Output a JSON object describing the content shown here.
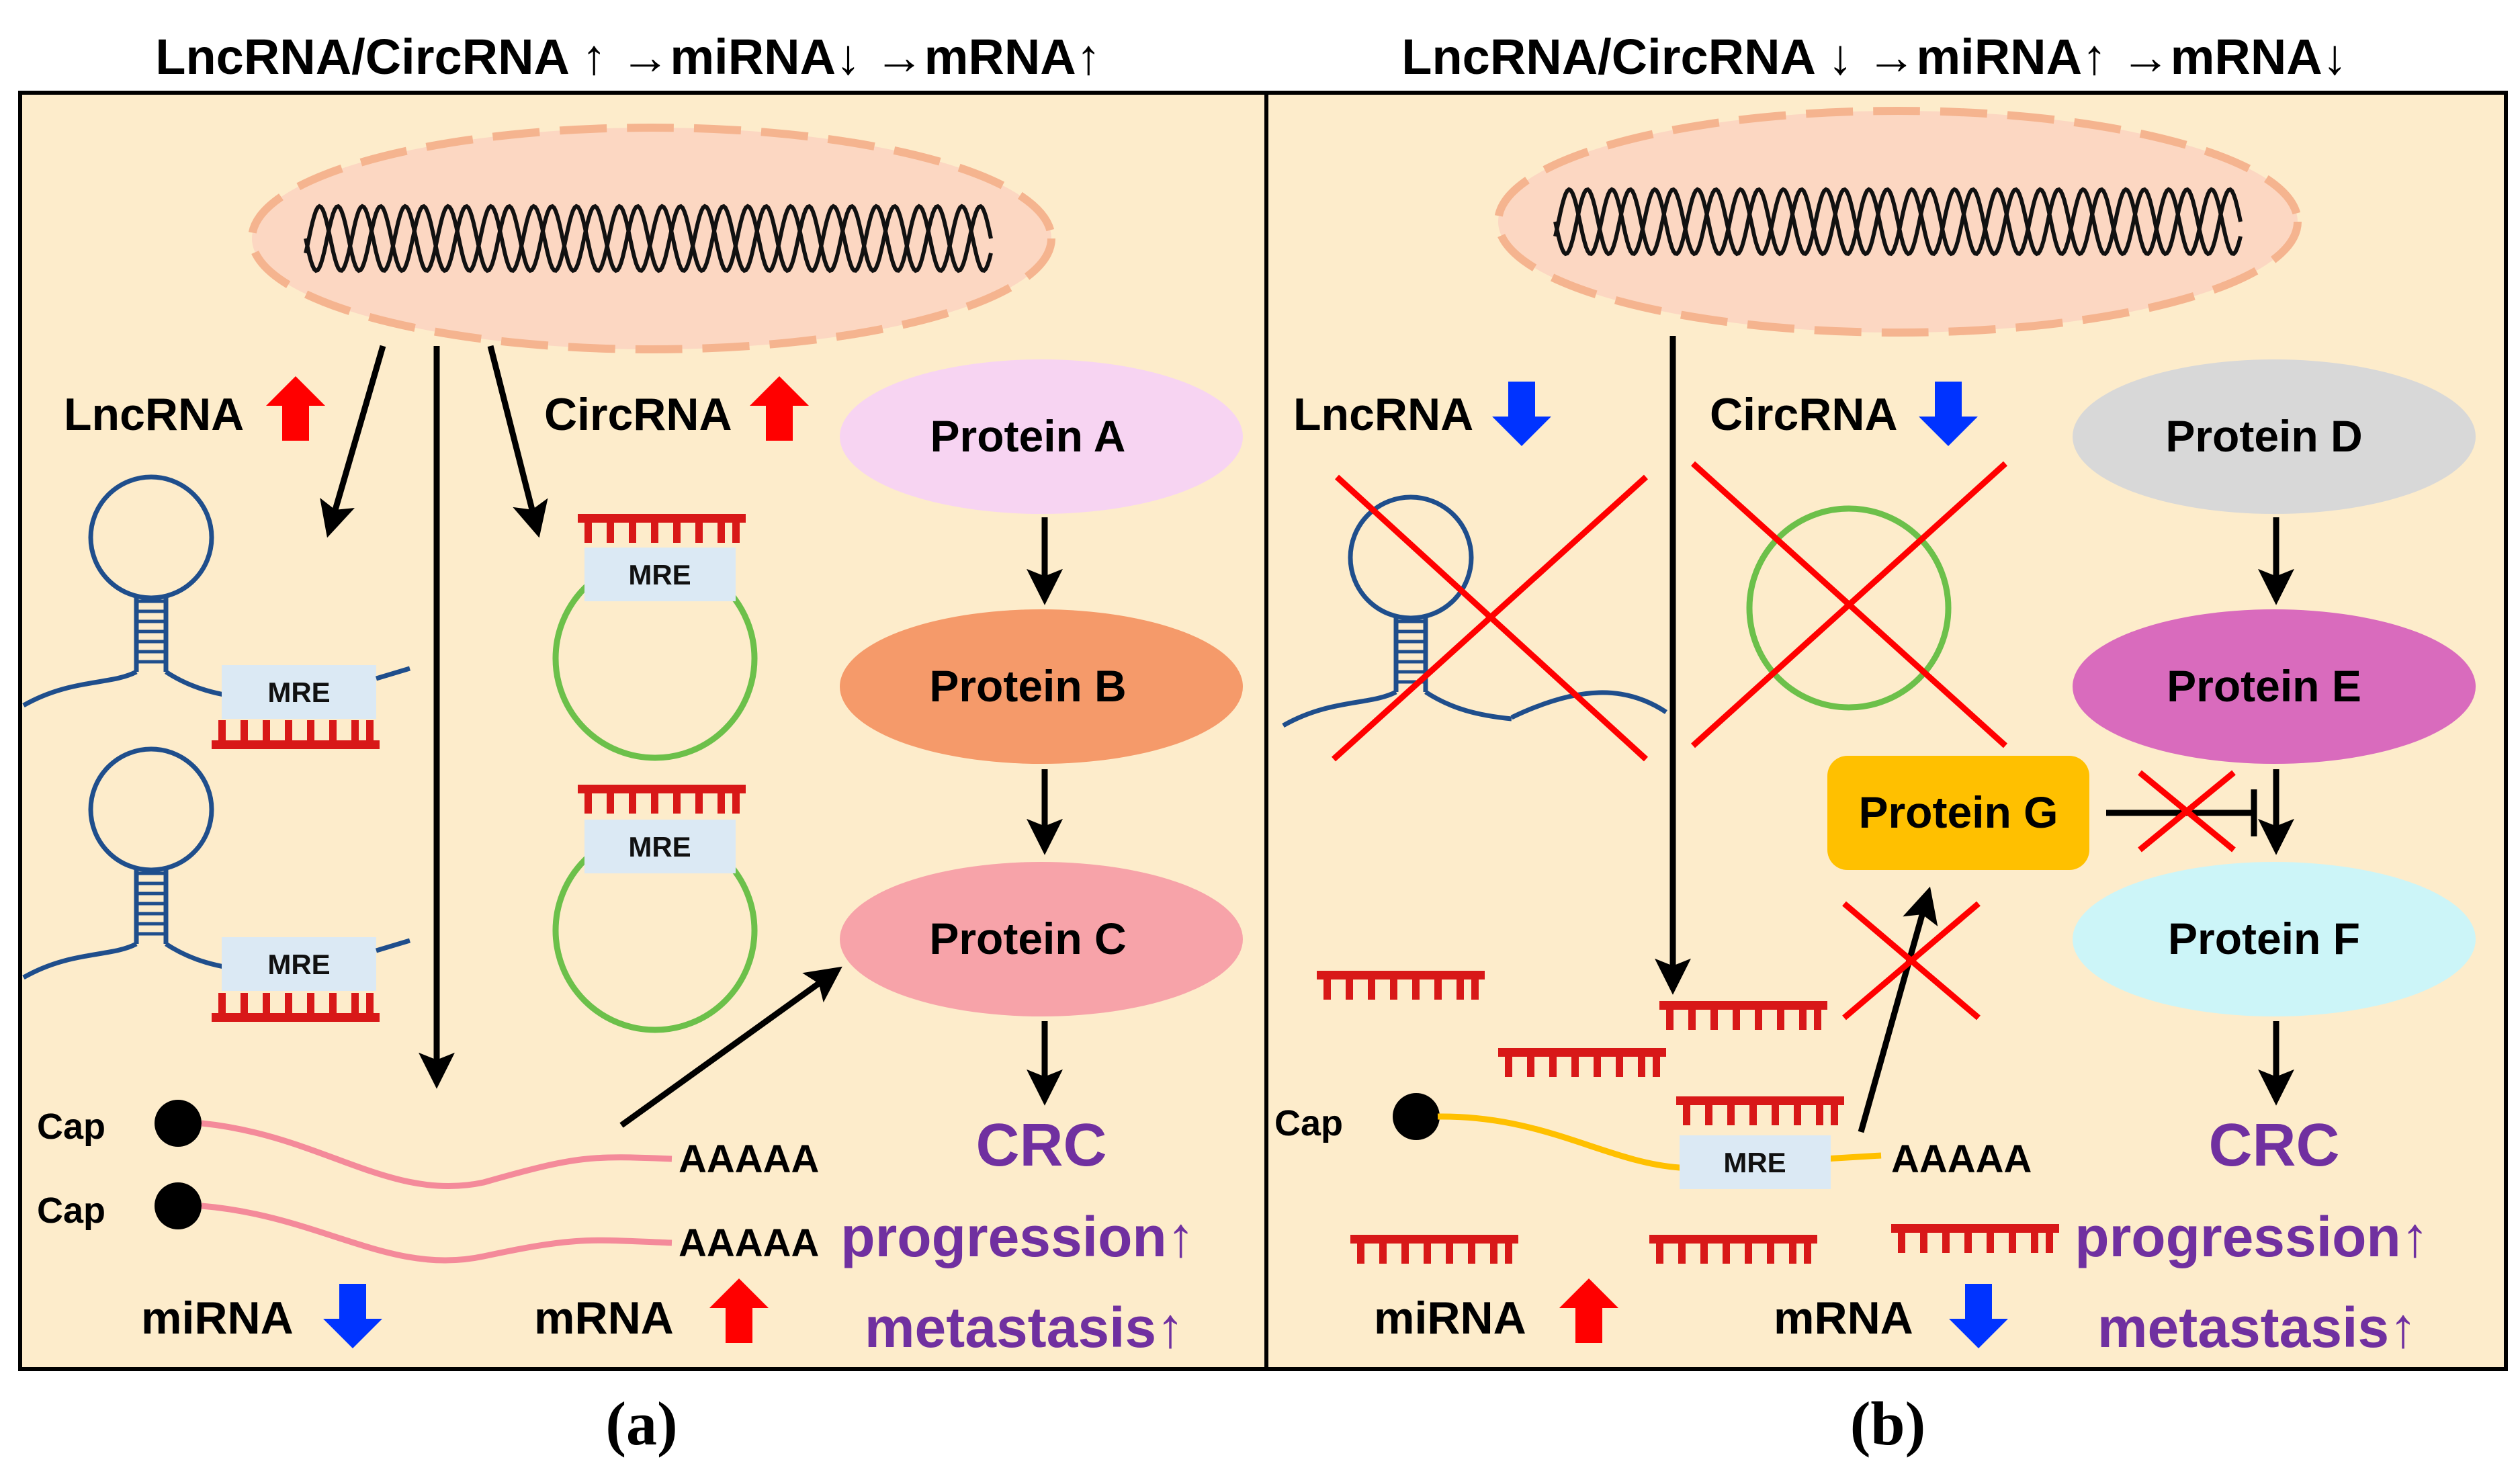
{
  "panel_a": {
    "header": "LncRNA/CircRNA  ↑ →miRNA↓ →mRNA↑",
    "lncrna": "LncRNA",
    "circrna": "CircRNA",
    "mre": "MRE",
    "cap": "Cap",
    "polya": "AAAAA",
    "mirna": "miRNA",
    "mrna": "mRNA",
    "protein_a": "Protein A",
    "protein_b": "Protein B",
    "protein_c": "Protein C",
    "crc": "CRC",
    "progression": "progression↑",
    "metastasis": "metastasis↑",
    "caption": "(a)"
  },
  "panel_b": {
    "header": "LncRNA/CircRNA  ↓ →miRNA↑ →mRNA↓",
    "lncrna": "LncRNA",
    "circrna": "CircRNA",
    "mre": "MRE",
    "cap": "Cap",
    "polya": "AAAAA",
    "mirna": "miRNA",
    "mrna": "mRNA",
    "protein_d": "Protein D",
    "protein_e": "Protein E",
    "protein_f": "Protein F",
    "protein_g": "Protein G",
    "crc": "CRC",
    "progression": "progression↑",
    "metastasis": "metastasis↑",
    "caption": "(b)"
  },
  "colors": {
    "panel_bg": "#fdeccb",
    "nucleus": "#fcd7c2",
    "nucleus_border": "#f5b48f",
    "up_arrow": "#ff0000",
    "down_arrow": "#0033ff",
    "mirna": "#d81818",
    "lncrna": "#1f4e8c",
    "circrna": "#6cc04a",
    "mrna_a": "#f48a9a",
    "mrna_b": "#ffc000",
    "mre_box": "#dbe9f4",
    "protein_a": "#f7d4f2",
    "protein_b": "#f59a6a",
    "protein_c": "#f7a3a9",
    "protein_d": "#d8d8d8",
    "protein_e": "#d96bbd",
    "protein_f": "#ccf5f8",
    "protein_g": "#ffc000",
    "crc_text": "#7030a0",
    "cross": "#ff0000"
  }
}
